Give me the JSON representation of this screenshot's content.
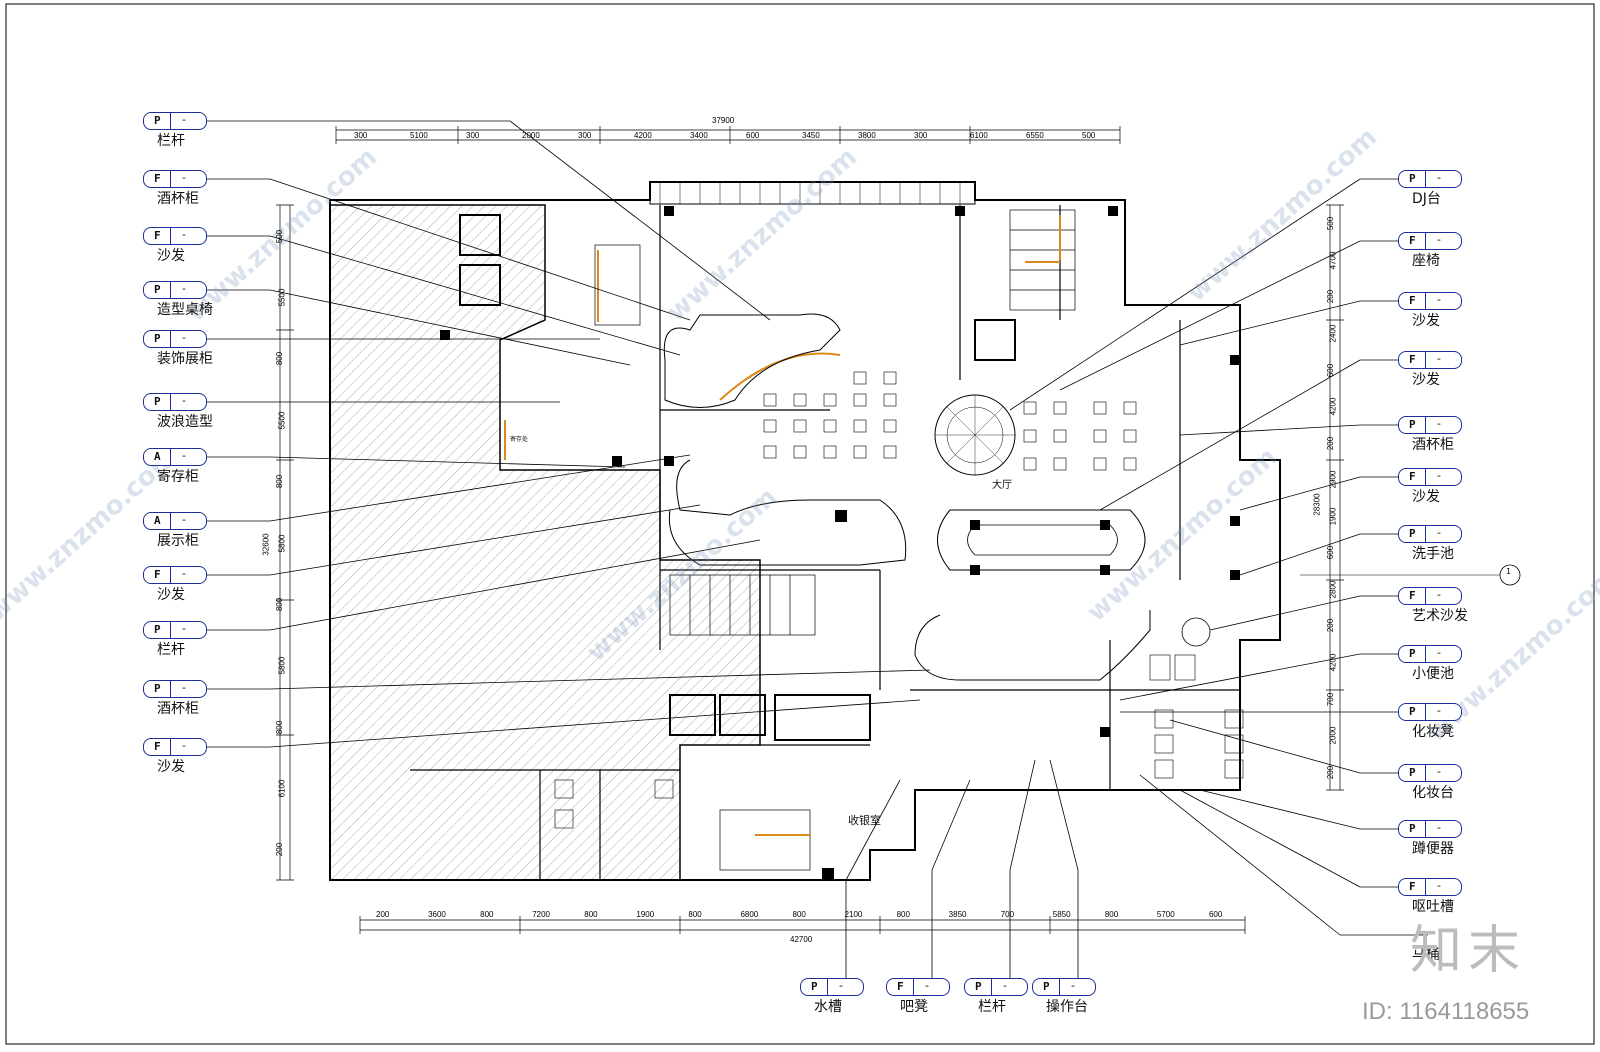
{
  "drawing": {
    "overall_top": "37900",
    "overall_bottom": "42700",
    "overall_left": "32600",
    "overall_right": "28300",
    "top_dims": [
      "300",
      "5100",
      "300",
      "2000",
      "300",
      "4200",
      "3400",
      "600",
      "3450",
      "3800",
      "300",
      "6100",
      "6550",
      "500"
    ],
    "bottom_dims": [
      "200",
      "3600",
      "800",
      "7200",
      "800",
      "1900",
      "800",
      "6800",
      "800",
      "2100",
      "800",
      "3850",
      "700",
      "5850",
      "800",
      "5700",
      "600"
    ],
    "left_dims": [
      "500",
      "5500",
      "800",
      "5500",
      "800",
      "5800",
      "800",
      "5800",
      "800",
      "6100",
      "200"
    ],
    "right_dims": [
      "500",
      "4700",
      "200",
      "2400",
      "600",
      "4200",
      "200",
      "2900",
      "1900",
      "600",
      "2800",
      "200",
      "4200",
      "700",
      "2000",
      "200"
    ],
    "rooms": {
      "hall": "大厅",
      "storage": "寄存处",
      "cashier": "收银室",
      "dj": "DJ台"
    },
    "axis_mark": "1"
  },
  "callouts_left": [
    {
      "code": "P",
      "dash": "-",
      "label": "栏杆"
    },
    {
      "code": "F",
      "dash": "-",
      "label": "酒杯柜"
    },
    {
      "code": "F",
      "dash": "-",
      "label": "沙发"
    },
    {
      "code": "P",
      "dash": "-",
      "label": "造型桌椅"
    },
    {
      "code": "P",
      "dash": "-",
      "label": "装饰展柜"
    },
    {
      "code": "P",
      "dash": "-",
      "label": "波浪造型"
    },
    {
      "code": "A",
      "dash": "-",
      "label": "寄存柜"
    },
    {
      "code": "A",
      "dash": "-",
      "label": "展示柜"
    },
    {
      "code": "F",
      "dash": "-",
      "label": "沙发"
    },
    {
      "code": "P",
      "dash": "-",
      "label": "栏杆"
    },
    {
      "code": "P",
      "dash": "-",
      "label": "酒杯柜"
    },
    {
      "code": "F",
      "dash": "-",
      "label": "沙发"
    }
  ],
  "callouts_right": [
    {
      "code": "P",
      "dash": "-",
      "label": "DJ台"
    },
    {
      "code": "F",
      "dash": "-",
      "label": "座椅"
    },
    {
      "code": "F",
      "dash": "-",
      "label": "沙发"
    },
    {
      "code": "F",
      "dash": "-",
      "label": "沙发"
    },
    {
      "code": "P",
      "dash": "-",
      "label": "酒杯柜"
    },
    {
      "code": "F",
      "dash": "-",
      "label": "沙发"
    },
    {
      "code": "P",
      "dash": "-",
      "label": "洗手池"
    },
    {
      "code": "F",
      "dash": "-",
      "label": "艺术沙发"
    },
    {
      "code": "P",
      "dash": "-",
      "label": "小便池"
    },
    {
      "code": "P",
      "dash": "-",
      "label": "化妆凳"
    },
    {
      "code": "P",
      "dash": "-",
      "label": "化妆台"
    },
    {
      "code": "P",
      "dash": "-",
      "label": "蹲便器"
    },
    {
      "code": "F",
      "dash": "-",
      "label": "呕吐槽"
    },
    {
      "code": "",
      "dash": "",
      "label": "马桶"
    }
  ],
  "callouts_bottom": [
    {
      "code": "P",
      "dash": "-",
      "label": "水槽"
    },
    {
      "code": "F",
      "dash": "-",
      "label": "吧凳"
    },
    {
      "code": "P",
      "dash": "-",
      "label": "栏杆"
    },
    {
      "code": "P",
      "dash": "-",
      "label": "操作台"
    }
  ],
  "watermark": "www.znzmo.com",
  "brand": "知末",
  "image_id": "ID: 1164118655"
}
